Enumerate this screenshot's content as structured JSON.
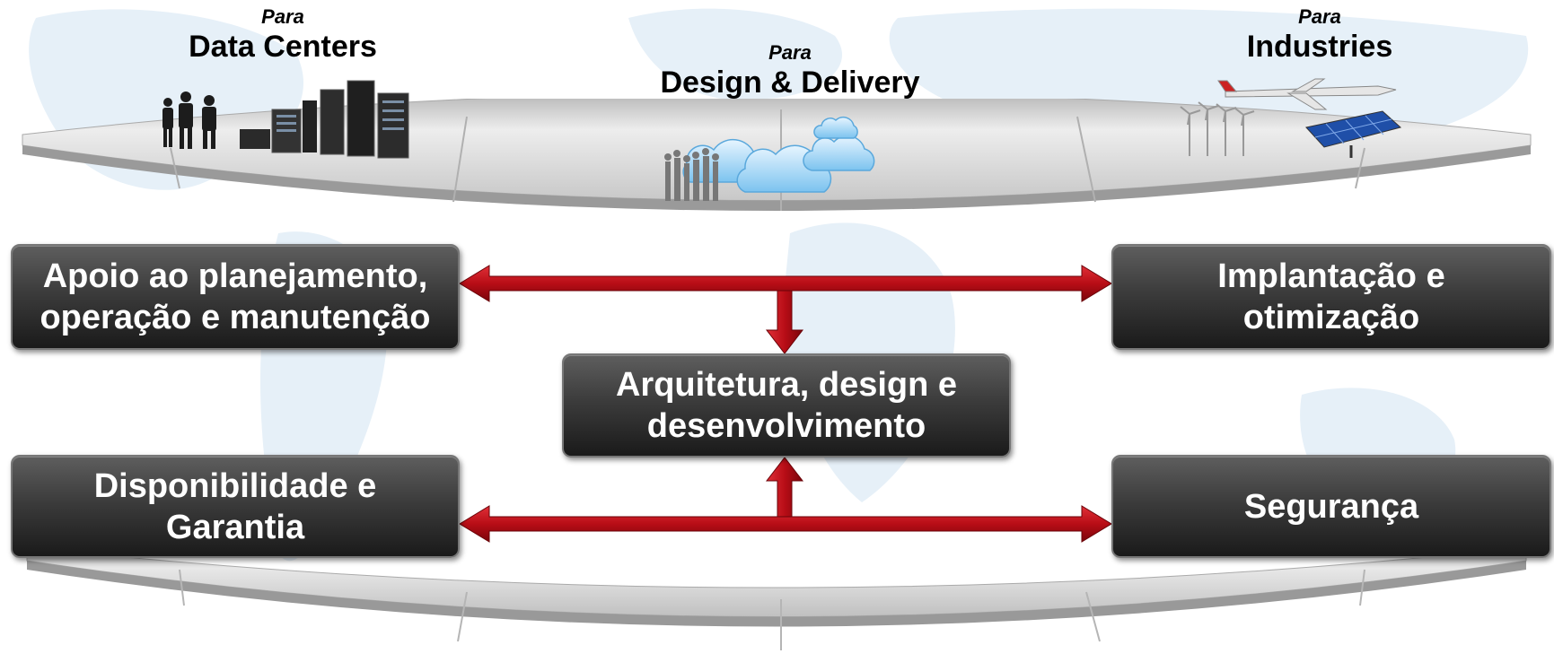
{
  "categories": {
    "left": {
      "para": "Para",
      "name": "Data Centers"
    },
    "center": {
      "para": "Para",
      "name": "Design & Delivery"
    },
    "right": {
      "para": "Para",
      "name": "Industries"
    }
  },
  "boxes": {
    "top_left": "Apoio ao planejamento,\noperação e manutenção",
    "top_right": "Implantação e\notimização",
    "center": "Arquitetura, design e\ndesenvolvimento",
    "bottom_left": "Disponibilidade e\nGarantia",
    "bottom_right": "Segurança"
  },
  "colors": {
    "arrow": "#c0121b",
    "box": "#3a3a3a",
    "platform": "#d9d9d9",
    "map": "#e3eff8"
  }
}
